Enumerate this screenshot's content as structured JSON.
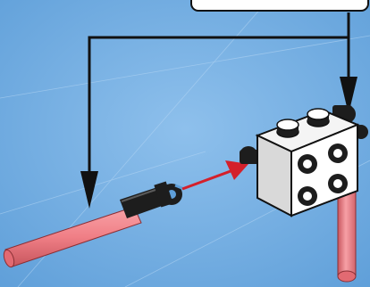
{
  "diagram": {
    "kind": "lego-assembly-instruction",
    "parts": [
      {
        "name": "pink-bar-with-clip"
      },
      {
        "name": "white-brick-with-black-clips"
      },
      {
        "name": "pink-bar-vertical"
      }
    ],
    "callout": {
      "label": ""
    },
    "colors": {
      "background": "#5f9fd9",
      "background_light": "#8ec0ec",
      "bar": "#f07f86",
      "bar_shadow": "#c8565e",
      "brick": "#ffffff",
      "clip": "#1d1d1d",
      "guide_arrow": "#111111",
      "motion_arrow": "#d4202b"
    },
    "icons": [
      "guide-arrow-icon",
      "motion-arrow-icon"
    ]
  }
}
